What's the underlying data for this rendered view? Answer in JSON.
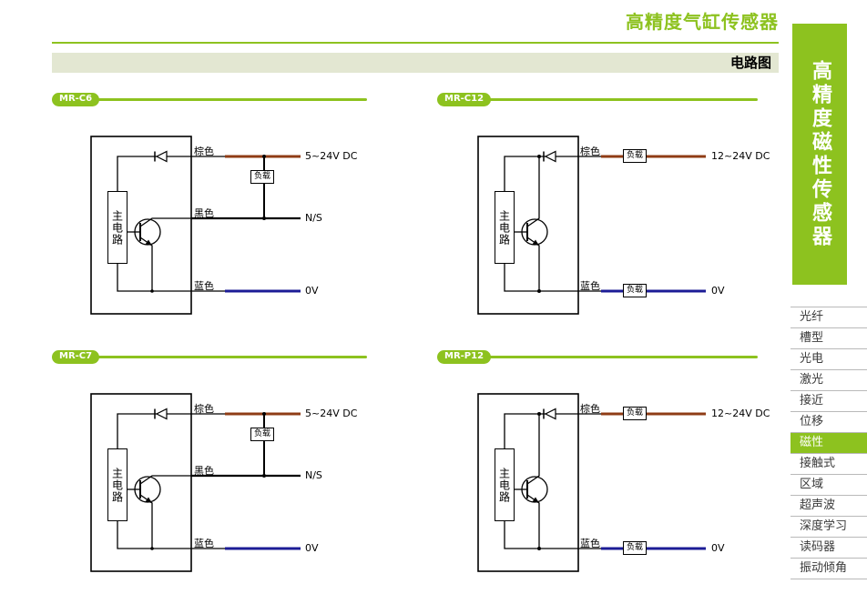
{
  "theme": {
    "green": "#8dc21f",
    "barbg": "#e3e7d2",
    "brown": "#8f3c15",
    "blue": "#1c1c96"
  },
  "header": {
    "title": "高精度气缸传感器",
    "section": "电路图"
  },
  "sidebar": {
    "vertical_title": "高精度磁性传感器",
    "items": [
      {
        "label": "光纤",
        "active": false
      },
      {
        "label": "槽型",
        "active": false
      },
      {
        "label": "光电",
        "active": false
      },
      {
        "label": "激光",
        "active": false
      },
      {
        "label": "接近",
        "active": false
      },
      {
        "label": "位移",
        "active": false
      },
      {
        "label": "磁性",
        "active": true
      },
      {
        "label": "接触式",
        "active": false
      },
      {
        "label": "区域",
        "active": false
      },
      {
        "label": "超声波",
        "active": false
      },
      {
        "label": "深度学习",
        "active": false
      },
      {
        "label": "读码器",
        "active": false
      },
      {
        "label": "振动倾角",
        "active": false
      }
    ]
  },
  "diagrams": [
    {
      "model": "MR-C6",
      "wiring": "3-wire",
      "main_label": "主电路",
      "brown_label": "棕色",
      "black_label": "黑色",
      "blue_label": "蓝色",
      "load_label": "负载",
      "power": "5~24V DC",
      "output": "N/S",
      "ground": "0V"
    },
    {
      "model": "MR-C12",
      "wiring": "2-wire",
      "main_label": "主电路",
      "brown_label": "棕色",
      "blue_label": "蓝色",
      "load_top_label": "负载",
      "load_bottom_label": "负载",
      "power": "12~24V DC",
      "ground": "0V"
    },
    {
      "model": "MR-C7",
      "wiring": "3-wire",
      "main_label": "主电路",
      "brown_label": "棕色",
      "black_label": "黑色",
      "blue_label": "蓝色",
      "load_label": "负载",
      "power": "5~24V DC",
      "output": "N/S",
      "ground": "0V"
    },
    {
      "model": "MR-P12",
      "wiring": "2-wire",
      "main_label": "主电路",
      "brown_label": "棕色",
      "blue_label": "蓝色",
      "load_top_label": "负载",
      "load_bottom_label": "负载",
      "power": "12~24V DC",
      "ground": "0V"
    }
  ]
}
